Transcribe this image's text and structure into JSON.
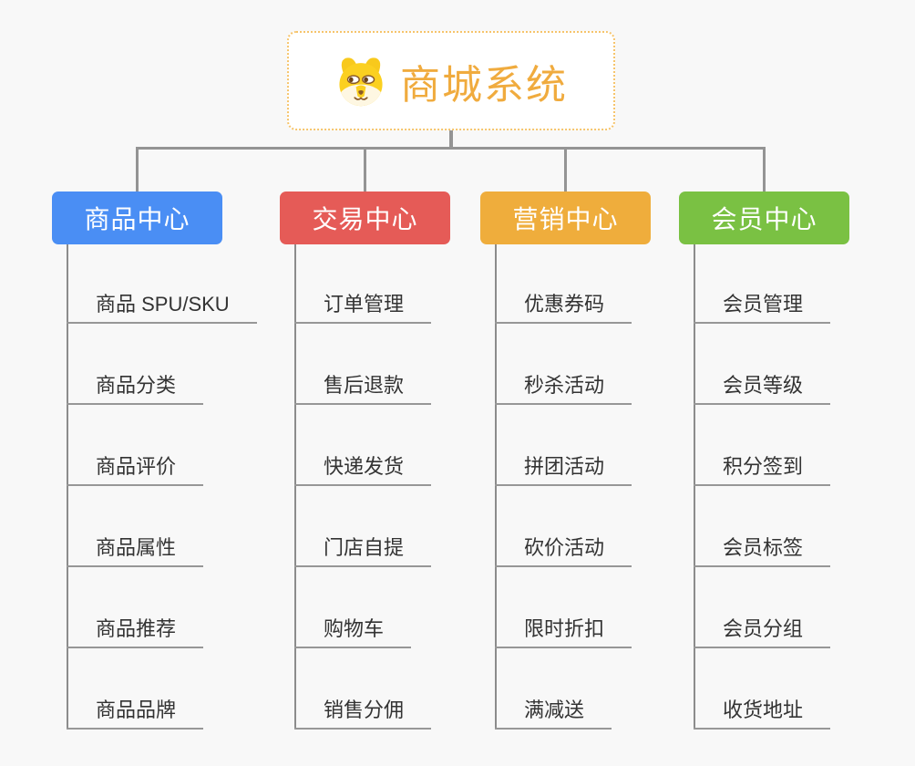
{
  "root": {
    "title": "商城系统",
    "icon": "dog-logo-icon"
  },
  "branches": [
    {
      "label": "商品中心",
      "color": "#4a8ef4",
      "children": [
        "商品 SPU/SKU",
        "商品分类",
        "商品评价",
        "商品属性",
        "商品推荐",
        "商品品牌"
      ]
    },
    {
      "label": "交易中心",
      "color": "#e55b57",
      "children": [
        "订单管理",
        "售后退款",
        "快递发货",
        "门店自提",
        "购物车",
        "销售分佣"
      ]
    },
    {
      "label": "营销中心",
      "color": "#efad3c",
      "children": [
        "优惠券码",
        "秒杀活动",
        "拼团活动",
        "砍价活动",
        "限时折扣",
        "满减送"
      ]
    },
    {
      "label": "会员中心",
      "color": "#7ac143",
      "children": [
        "会员管理",
        "会员等级",
        "积分签到",
        "会员标签",
        "会员分组",
        "收货地址"
      ]
    }
  ],
  "colors": {
    "canvas_background": "#f8f8f8",
    "connector": "#949494",
    "underline": "#979797",
    "root_border": "#f6c46b",
    "root_text": "#f0ab3e",
    "child_text": "#333333",
    "header_text": "#ffffff"
  }
}
